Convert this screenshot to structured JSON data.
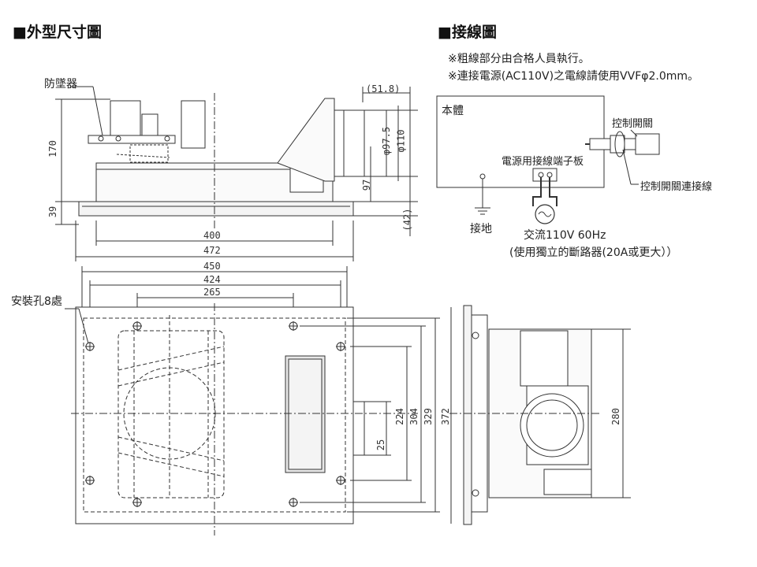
{
  "sections": {
    "outline_title": "■外型尺寸圖",
    "wiring_title": "■接線圖"
  },
  "notes": [
    "※粗線部分由合格人員執行。",
    "※連接電源(AC110V)之電線請使用VVFφ2.0mm。"
  ],
  "labels": {
    "backdraft": "防墜器",
    "mount_holes": "安裝孔8處",
    "body": "本體",
    "terminal": "電源用接線端子板",
    "switch": "控制開關",
    "switch_wire": "控制開關連接線",
    "ground": "接地",
    "power": "交流110V 60Hz",
    "breaker": "(使用獨立的斷路器(20A或更大））"
  },
  "dimensions": {
    "d_51_8": "(51.8)",
    "d_170": "170",
    "d_39": "39",
    "d_97_5": "φ97.5",
    "d_110": "φ110",
    "d_97": "97",
    "d_42": "(42)",
    "d_400": "400",
    "d_472": "472",
    "d_450": "450",
    "d_424": "424",
    "d_265": "265",
    "d_25": "25",
    "d_224": "224",
    "d_304": "304",
    "d_329": "329",
    "d_372": "372",
    "d_280": "280"
  }
}
